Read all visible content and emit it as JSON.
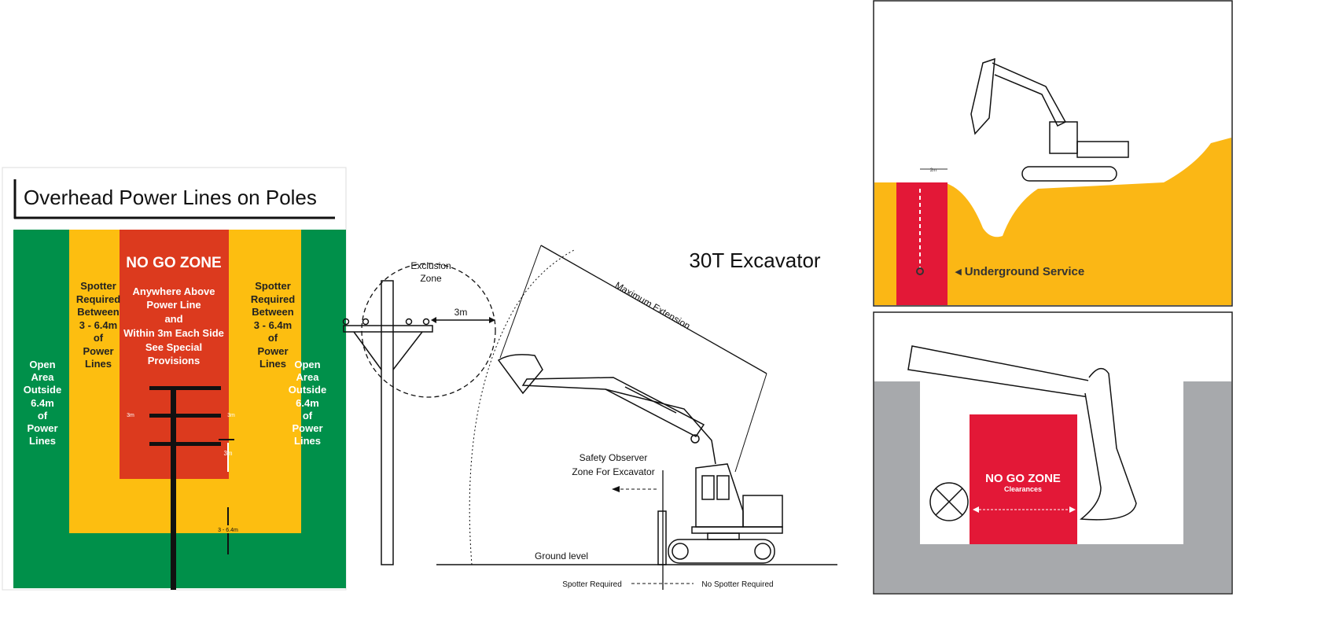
{
  "left_panel": {
    "title": "Overhead Power Lines on Poles",
    "no_go": {
      "heading": "NO GO ZONE",
      "lines": [
        "Anywhere Above",
        "Power Line",
        "and",
        "Within 3m Each Side",
        "See Special",
        "Provisions"
      ]
    },
    "spotter": [
      "Spotter",
      "Required",
      "Between",
      "3 - 6.4m",
      "of",
      "Power",
      "Lines"
    ],
    "open_area": [
      "Open",
      "Area",
      "Outside",
      "6.4m",
      "of",
      "Power",
      "Lines"
    ],
    "dim_side": "3m",
    "dim_vertical_3m": "3m",
    "dim_vertical_range": "3 - 6.4m",
    "colors": {
      "green": "#00904a",
      "yellow": "#fdbe10",
      "red": "#dc3a1e"
    }
  },
  "middle_panel": {
    "title": "30T Excavator",
    "exclusion_zone": [
      "Exclusion",
      "Zone"
    ],
    "clearance": "3m",
    "max_extension": "Maximum Extension",
    "safety_observer": [
      "Safety Observer",
      "Zone For Excavator"
    ],
    "ground_level": "Ground level",
    "spotter_required": "Spotter Required",
    "no_spotter_required": "No Spotter Required"
  },
  "right_top": {
    "label": "Underground Service",
    "dim": "2m",
    "colors": {
      "ground": "#fbb715",
      "zone": "#e31837"
    }
  },
  "right_bottom": {
    "heading": "NO GO ZONE",
    "sub": "Clearances",
    "colors": {
      "ground": "#a7a9ac",
      "zone": "#e31837"
    }
  }
}
